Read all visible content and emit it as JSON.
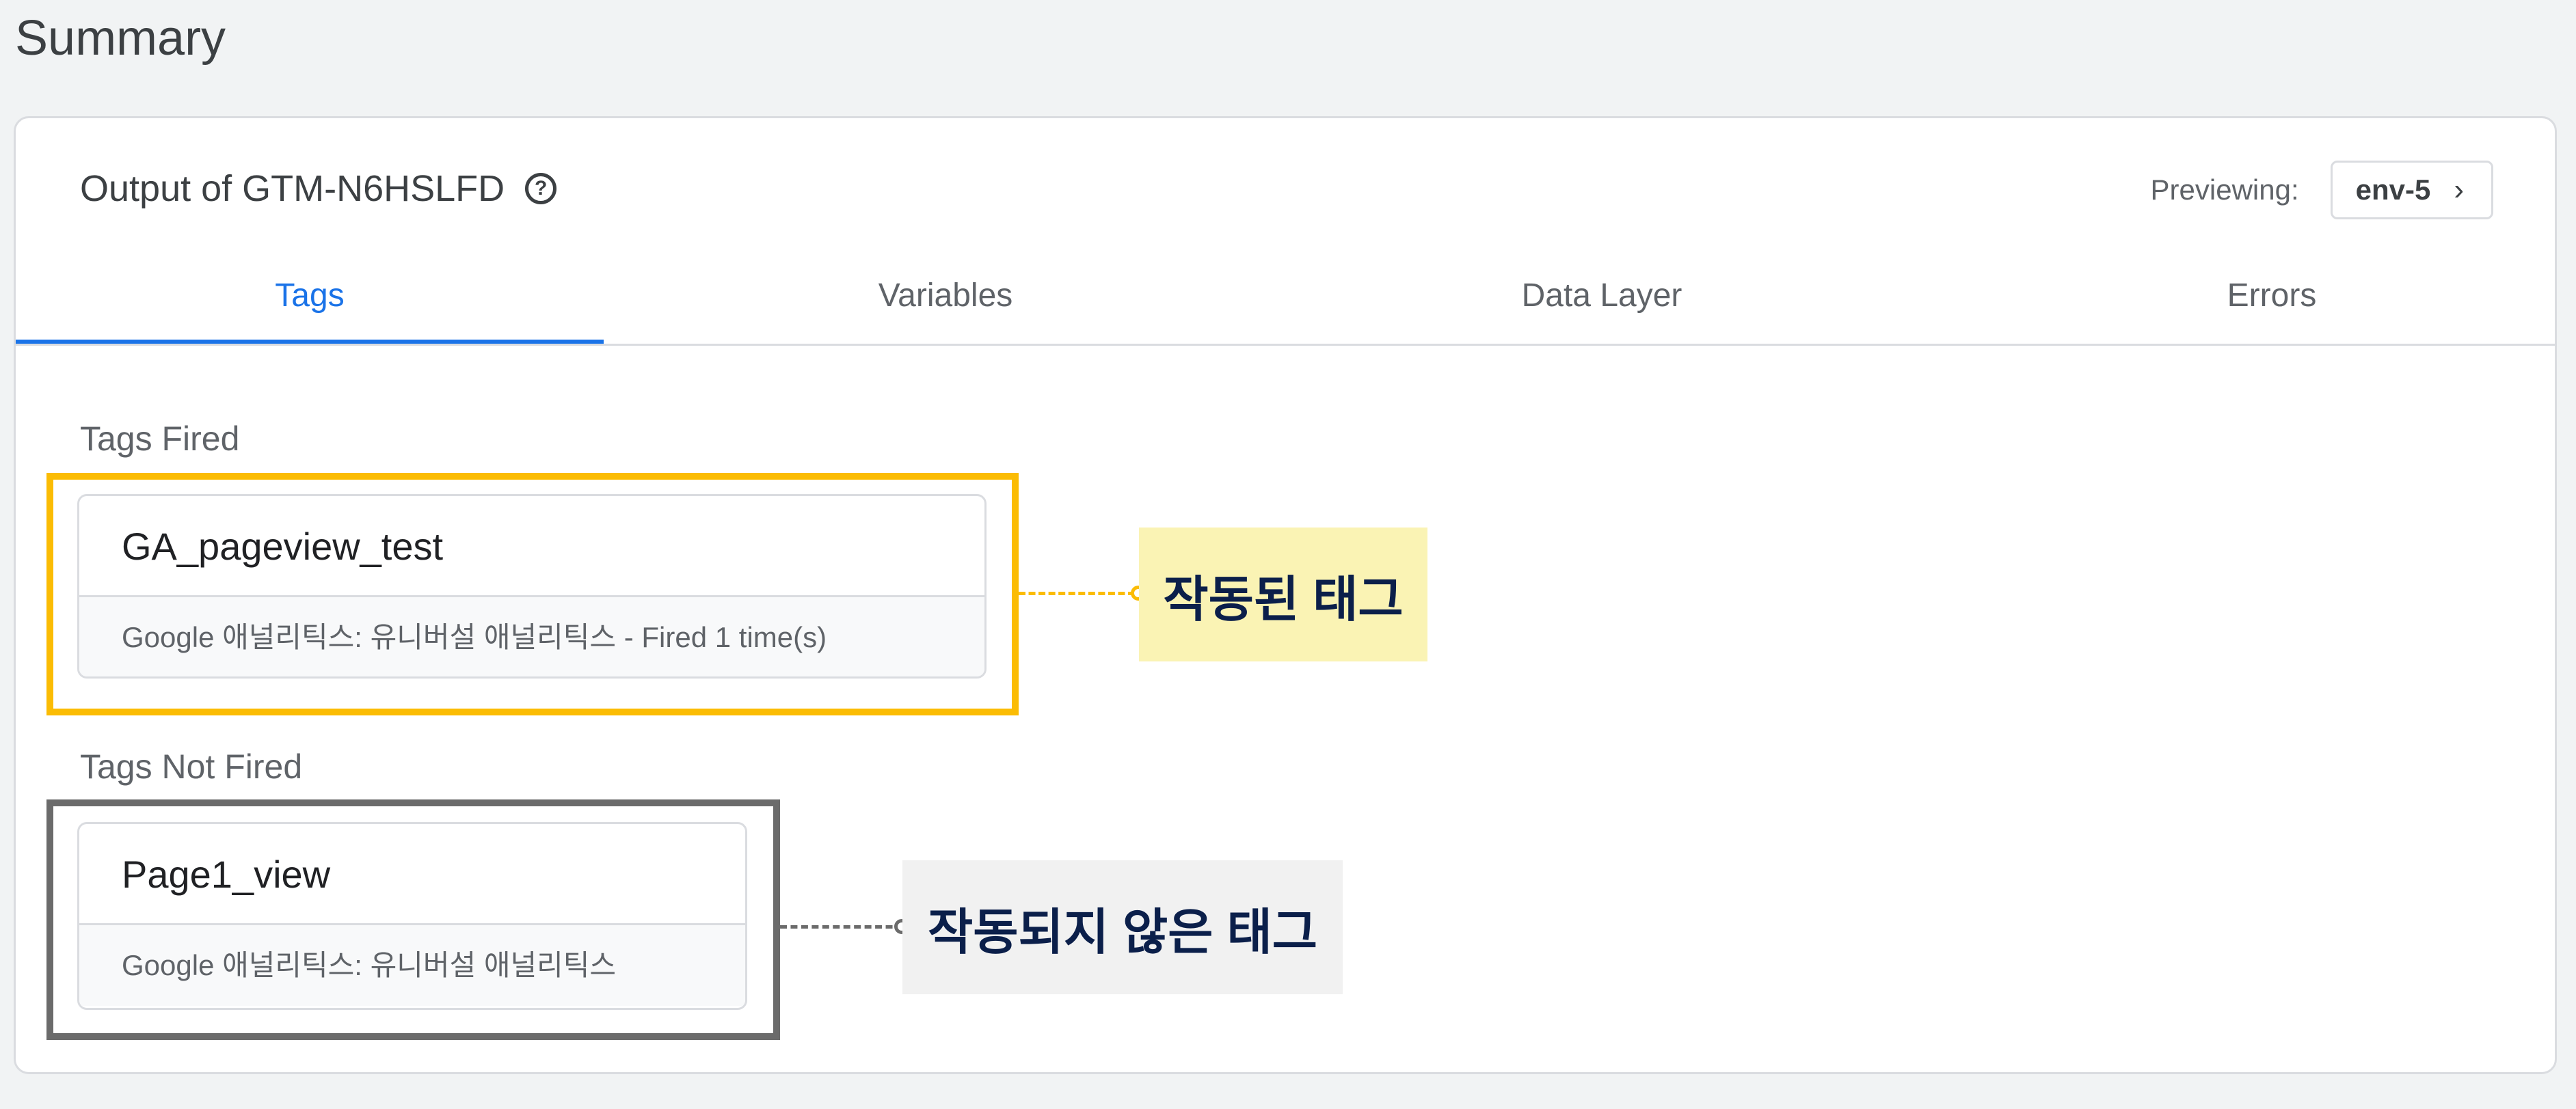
{
  "page": {
    "title": "Summary"
  },
  "panel": {
    "title": "Output of GTM-N6HSLFD",
    "help_icon": "?",
    "previewing_label": "Previewing:",
    "environment": "env-5",
    "chevron": "›"
  },
  "tabs": [
    {
      "label": "Tags",
      "active": true
    },
    {
      "label": "Variables",
      "active": false
    },
    {
      "label": "Data Layer",
      "active": false
    },
    {
      "label": "Errors",
      "active": false
    }
  ],
  "tags_fired": {
    "label": "Tags Fired",
    "items": [
      {
        "name": "GA_pageview_test",
        "meta": "Google 애널리틱스: 유니버설 애널리틱스 - Fired 1 time(s)"
      }
    ]
  },
  "tags_not_fired": {
    "label": "Tags Not Fired",
    "items": [
      {
        "name": "Page1_view",
        "meta": "Google 애널리틱스: 유니버설 애널리틱스"
      }
    ]
  },
  "annotations": {
    "fired": {
      "text": "작동된 태그",
      "color": "#fbbc04",
      "bg": "#faf3b4"
    },
    "not_fired": {
      "text": "작동되지 않은 태그",
      "color": "#6b6b6b",
      "bg": "#f1f1f1"
    }
  },
  "colors": {
    "accent": "#1a73e8"
  }
}
